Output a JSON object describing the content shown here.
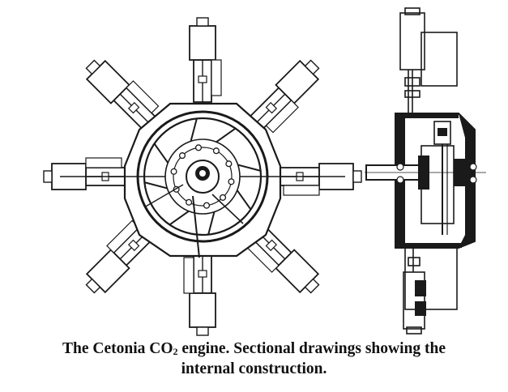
{
  "caption": {
    "line1_part1": "The Cetonia CO",
    "line1_sub": "2",
    "line1_part2": " engine.  Sectional drawings showing the",
    "line2": "internal construction."
  },
  "colors": {
    "ink": "#1a1a1a",
    "background": "#ffffff",
    "section_fill": "#1a1a1a"
  }
}
